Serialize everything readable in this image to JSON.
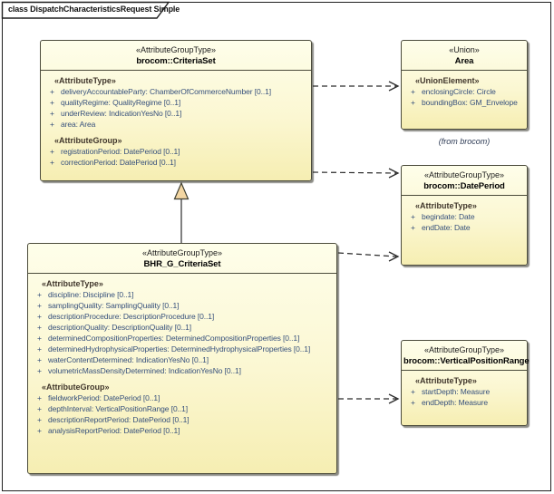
{
  "frame": {
    "title": "class DispatchCharacteristicsRequest Simple"
  },
  "markers": {
    "public": "+"
  },
  "colors": {
    "box_fill_top": "#fefeea",
    "box_fill_bottom": "#f6eeb2",
    "box_border": "#4b4b3b",
    "attribute_text": "#36507c",
    "stereotype_text": "#40362b",
    "generalization_triangle_fill": "#f3d6a2"
  },
  "classes": {
    "criteriaSet": {
      "stereotype": "«AttributeGroupType»",
      "name": "brocom::CriteriaSet",
      "sections": [
        {
          "heading": "«AttributeType»",
          "attrs": [
            "deliveryAccountableParty: ChamberOfCommerceNumber [0..1]",
            "qualityRegime: QualityRegime [0..1]",
            "underReview: IndicationYesNo [0..1]",
            "area: Area"
          ]
        },
        {
          "heading": "«AttributeGroup»",
          "attrs": [
            "registrationPeriod: DatePeriod [0..1]",
            "correctionPeriod: DatePeriod [0..1]"
          ]
        }
      ]
    },
    "area": {
      "stereotype": "«Union»",
      "name": "Area",
      "note": "(from brocom)",
      "sections": [
        {
          "heading": "«UnionElement»",
          "attrs": [
            "enclosingCircle: Circle",
            "boundingBox: GM_Envelope"
          ]
        }
      ]
    },
    "datePeriod": {
      "stereotype": "«AttributeGroupType»",
      "name": "brocom::DatePeriod",
      "sections": [
        {
          "heading": "«AttributeType»",
          "attrs": [
            "begindate: Date",
            "endDate: Date"
          ]
        }
      ]
    },
    "bhrCriteriaSet": {
      "stereotype": "«AttributeGroupType»",
      "name": "BHR_G_CriteriaSet",
      "sections": [
        {
          "heading": "«AttributeType»",
          "attrs": [
            "discipline: Discipline [0..1]",
            "samplingQuality: SamplingQuality [0..1]",
            "descriptionProcedure: DescriptionProcedure [0..1]",
            "descriptionQuality: DescriptionQuality [0..1]",
            "determinedCompositionProperties: DeterminedCompositionProperties [0..1]",
            "determinedHydrophysicalProperties: DeterminedHydrophysicalProperties [0..1]",
            "waterContentDetermined: IndicationYesNo [0..1]",
            "volumetricMassDensityDetermined: IndicationYesNo [0..1]"
          ]
        },
        {
          "heading": "«AttributeGroup»",
          "attrs": [
            "fieldworkPeriod: DatePeriod [0..1]",
            "depthInterval: VerticalPositionRange [0..1]",
            "descriptionReportPeriod: DatePeriod [0..1]",
            "analysisReportPeriod: DatePeriod [0..1]"
          ]
        }
      ]
    },
    "verticalPositionRange": {
      "stereotype": "«AttributeGroupType»",
      "name": "brocom::VerticalPositionRange",
      "sections": [
        {
          "heading": "«AttributeType»",
          "attrs": [
            "startDepth: Measure",
            "endDepth: Measure"
          ]
        }
      ]
    }
  }
}
